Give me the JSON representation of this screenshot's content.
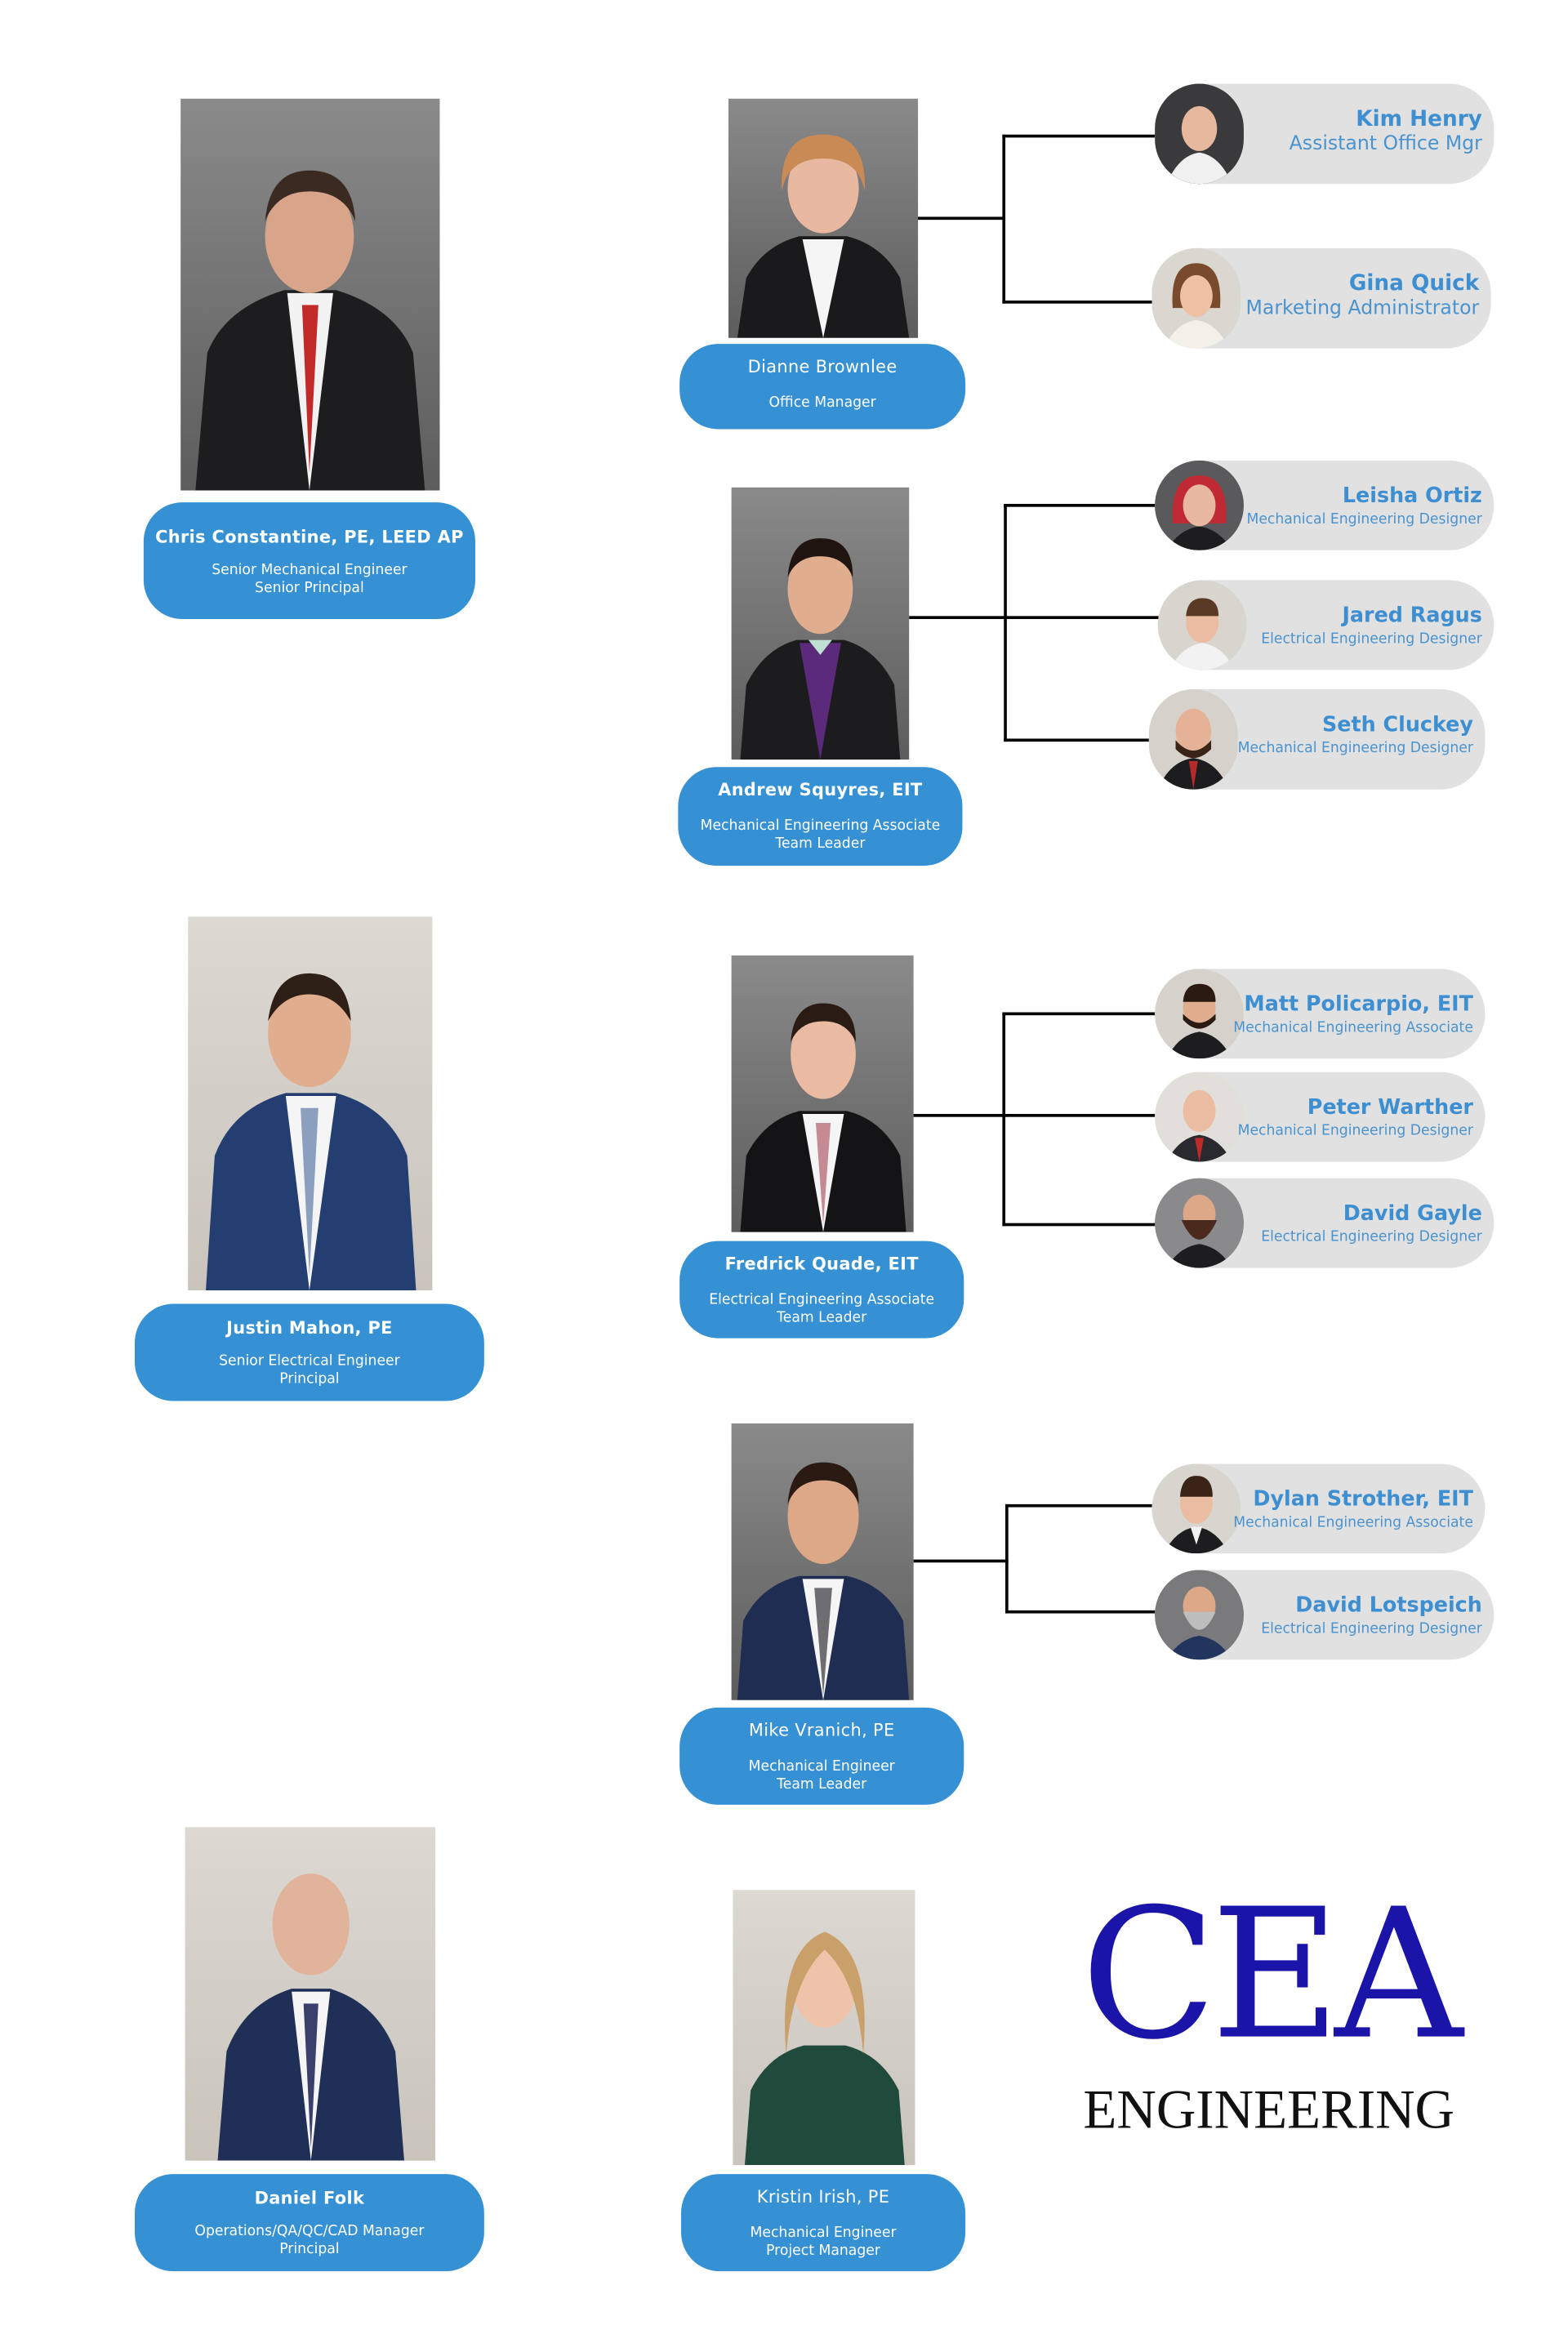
{
  "principals": [
    {
      "name": "Chris Constantine, PE, LEED AP",
      "role1": "Senior Mechanical Engineer",
      "role2": "Senior Principal"
    },
    {
      "name": "Justin Mahon, PE",
      "role1": "Senior Electrical Engineer",
      "role2": "Principal"
    },
    {
      "name": "Daniel Folk",
      "role1": "Operations/QA/QC/CAD Manager",
      "role2": "Principal"
    }
  ],
  "leads": [
    {
      "name": "Dianne Brownlee",
      "role1": "Office Manager",
      "role2": ""
    },
    {
      "name": "Andrew Squyres, EIT",
      "role1": "Mechanical Engineering Associate",
      "role2": "Team Leader"
    },
    {
      "name": "Fredrick Quade, EIT",
      "role1": "Electrical Engineering Associate",
      "role2": "Team Leader"
    },
    {
      "name": "Mike Vranich, PE",
      "role1": "Mechanical Engineer",
      "role2": "Team Leader"
    },
    {
      "name": "Kristin Irish, PE",
      "role1": "Mechanical Engineer",
      "role2": "Project Manager"
    }
  ],
  "staff": [
    {
      "name": "Kim Henry",
      "role": "Assistant Office Mgr"
    },
    {
      "name": "Gina Quick",
      "role": "Marketing Administrator"
    },
    {
      "name": "Leisha Ortiz",
      "role": "Mechanical Engineering Designer"
    },
    {
      "name": "Jared Ragus",
      "role": "Electrical Engineering Designer"
    },
    {
      "name": "Seth Cluckey",
      "role": "Mechanical Engineering Designer"
    },
    {
      "name": "Matt Policarpio, EIT",
      "role": "Mechanical Engineering Associate"
    },
    {
      "name": "Peter Warther",
      "role": "Mechanical Engineering Designer"
    },
    {
      "name": "David Gayle",
      "role": "Electrical Engineering Designer"
    },
    {
      "name": "Dylan Strother, EIT",
      "role": "Mechanical Engineering Associate"
    },
    {
      "name": "David Lotspeich",
      "role": "Electrical Engineering Designer"
    }
  ],
  "logo": {
    "primary": "CEA",
    "secondary": "ENGINEERING"
  },
  "colors": {
    "label_blue": "#3590d4",
    "pill_gray": "#e1e1e1",
    "pill_text": "#3e8fd1",
    "logo_blue": "#1a14a8"
  }
}
